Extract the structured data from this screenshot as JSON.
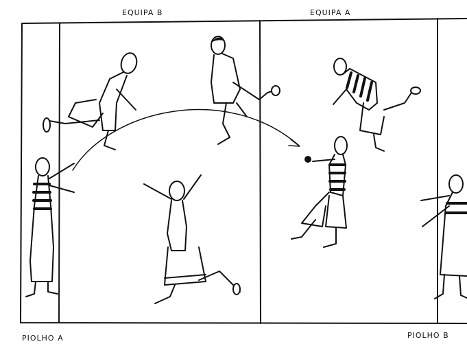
{
  "labels": {
    "team_b": "EQUIPA B",
    "team_a": "EQUIPA A",
    "piolho_a": "PIOLHO A",
    "piolho_b": "PIOLHO B"
  },
  "colors": {
    "ink": "#111111",
    "paper": "#ffffff"
  },
  "icons": [
    "ball-icon",
    "ball-trajectory-arrow"
  ]
}
